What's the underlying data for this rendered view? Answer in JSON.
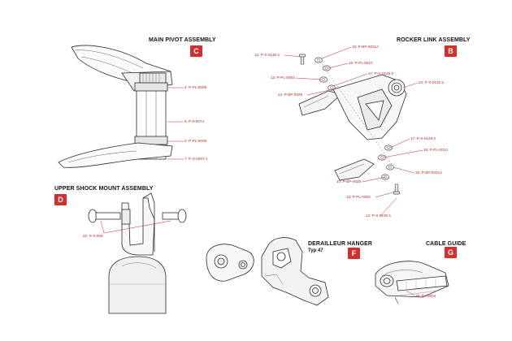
{
  "accent_color": "#d32f2f",
  "sections": {
    "main_pivot": {
      "title": "MAIN PIVOT ASSEMBLY",
      "badge": "C"
    },
    "rocker_link": {
      "title": "ROCKER LINK ASSEMBLY",
      "badge": "B"
    },
    "upper_shock": {
      "title": "UPPER SHOCK MOUNT ASSEMBLY",
      "badge": "D"
    },
    "derailleur": {
      "title": "DERAILLEUR HANGER",
      "subtitle": "Typ 47",
      "badge": "F"
    },
    "cable_guide": {
      "title": "CABLE GUIDE",
      "badge": "G"
    }
  },
  "labels": {
    "c1": "4: P-PL-0009",
    "c2": "5: P-0-0074",
    "c3": "4: P-PL-0009",
    "c4": "7: P-X-0087-1",
    "b1": "15: P-BP-0031A",
    "b2": "12: P-X-0130-1",
    "b3": "16: P-PL-0010",
    "b4": "17: P-X-0129-2",
    "b5": "13: P-PL-0003",
    "b6": "22: P-X-0131-1",
    "b7": "14: P-BP-0025",
    "b8": "17: P-X-0129-2",
    "b9": "18: P-PL-0010",
    "b10": "15: P-BP-0031A",
    "b11": "14: P-BP-0025",
    "b12": "13: P-PL-0003",
    "b13": "12: P-X-0130-1",
    "d1": "22: P-X-008",
    "g1": "18: P-I-0094"
  }
}
